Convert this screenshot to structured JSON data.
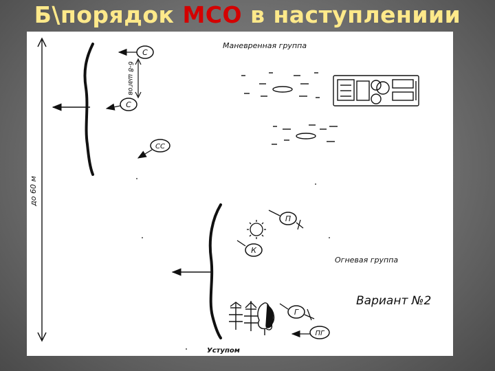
{
  "slide": {
    "title_lead": "Б\\порядок ",
    "title_accent": "МСО",
    "title_tail": " в наступлениии"
  },
  "diagram": {
    "group_maneuver": "Маневренная группа",
    "group_fire": "Огневая группа",
    "formation": "Уступом",
    "depth_label": "до 60 м",
    "interval_label": "6-8 шагов",
    "variant": "Вариант №2",
    "markers": {
      "c_top": "С",
      "c_bottom": "С",
      "cc": "СС",
      "p": "П",
      "k": "К",
      "g": "Г",
      "pg": "ПГ"
    }
  },
  "colors": {
    "title": "#ffe98a",
    "title_accent": "#d40000",
    "background": "#6e6e6e",
    "panel": "#ffffff",
    "ink": "#111111"
  }
}
